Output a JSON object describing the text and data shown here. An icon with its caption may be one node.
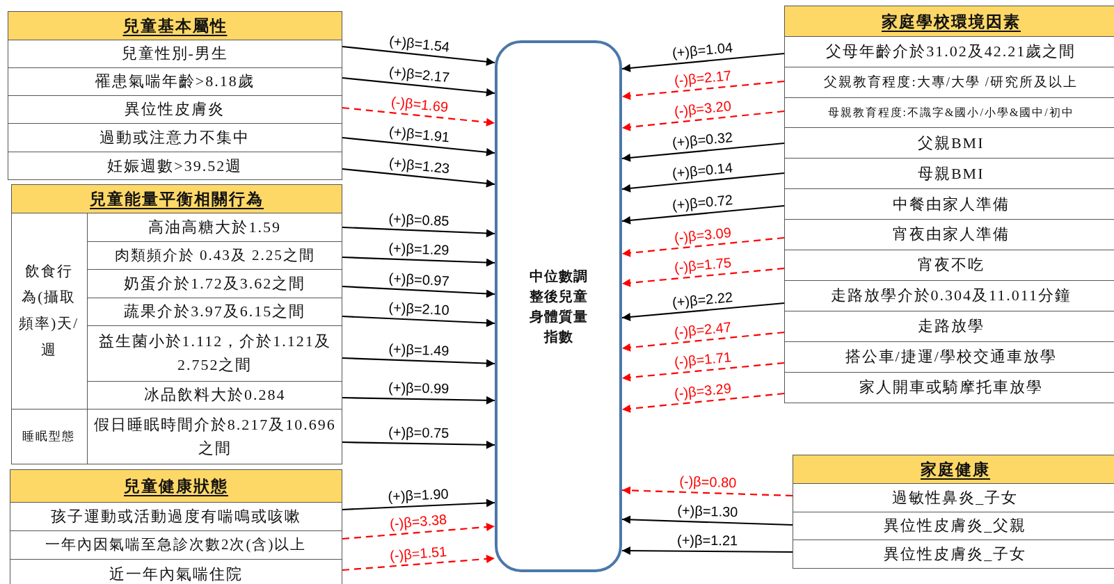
{
  "diagram": {
    "nodes": [
      {
        "text": [
          "兒童基本屬性"
        ]
      },
      {
        "text": [
          "兒童性別-男生"
        ],
        "in": 0
      },
      {
        "text": [
          "罹患氣喘年齡>8.18歲"
        ],
        "in": 0
      },
      {
        "text": [
          "異位性皮膚炎"
        ],
        "in": 0
      },
      {
        "text": [
          "過動或注意力不集中"
        ],
        "in": 0
      },
      {
        "text": [
          "妊娠週數>39.52週"
        ],
        "in": 0
      },
      {
        "text": [
          "兒童能量平衡相關行為"
        ]
      },
      {
        "text": [
          "飲食行為(攝取頻率)天/週"
        ],
        "in": 6
      },
      {
        "text": [
          "高油高糖大於1.59"
        ],
        "in": 6
      },
      {
        "text": [
          "肉類頻介於 0.43及 2.25之間"
        ],
        "in": 6
      },
      {
        "text": [
          "奶蛋介於1.72及3.62之間"
        ],
        "in": 6
      },
      {
        "text": [
          "蔬果介於3.97及6.15之間"
        ],
        "in": 6
      },
      {
        "text": [
          "益生菌小於1.112，介於1.121及2.752之間"
        ],
        "in": 6
      },
      {
        "text": [
          "冰品飲料大於0.284"
        ],
        "in": 6
      },
      {
        "text": [
          "睡眠型態"
        ],
        "in": 6
      },
      {
        "text": [
          "假日睡眠時間介於8.217及10.696之間"
        ],
        "in": 6
      },
      {
        "text": [
          "兒童健康狀態"
        ]
      },
      {
        "text": [
          "孩子運動或活動過度有喘鳴或咳嗽"
        ],
        "in": 16
      },
      {
        "text": [
          "一年內因氣喘至急診次數2次(含)以上"
        ],
        "in": 16
      },
      {
        "text": [
          "近一年內氣喘住院"
        ],
        "in": 16
      },
      {
        "text": [
          "中位數調整後兒童身體質量指數"
        ]
      },
      {
        "text": [
          "家庭學校環境因素"
        ]
      },
      {
        "text": [
          "父母年齡介於31.02及42.21歲之間"
        ],
        "in": 21
      },
      {
        "text": [
          "父親教育程度:大專/大學 /研究所及以上"
        ],
        "in": 21
      },
      {
        "text": [
          "母親教育程度:不識字&國小/小學&國中/初中"
        ],
        "in": 21
      },
      {
        "text": [
          "父親BMI"
        ],
        "in": 21
      },
      {
        "text": [
          "母親BMI"
        ],
        "in": 21
      },
      {
        "text": [
          "中餐由家人準備"
        ],
        "in": 21
      },
      {
        "text": [
          "宵夜由家人準備"
        ],
        "in": 21
      },
      {
        "text": [
          "宵夜不吃"
        ],
        "in": 21
      },
      {
        "text": [
          "走路放學介於0.304及11.011分鐘"
        ],
        "in": 21
      },
      {
        "text": [
          "走路放學"
        ],
        "in": 21
      },
      {
        "text": [
          "搭公車/捷運/學校交通車放學"
        ],
        "in": 21
      },
      {
        "text": [
          "家人開車或騎摩托車放學"
        ],
        "in": 21
      },
      {
        "text": [
          "家庭健康"
        ]
      },
      {
        "text": [
          "過敏性鼻炎_子女"
        ],
        "in": 34
      },
      {
        "text": [
          "異位性皮膚炎_父親"
        ],
        "in": 34
      },
      {
        "text": [
          "異位性皮膚炎_子女"
        ],
        "in": 34
      }
    ],
    "edges": [
      {
        "from": 1,
        "to": 20,
        "arrow": "to",
        "label": "(+)β=1.54"
      },
      {
        "from": 2,
        "to": 20,
        "arrow": "to",
        "label": "(+)β=2.17"
      },
      {
        "from": 3,
        "to": 20,
        "arrow": "to",
        "label": "(-)β=1.69",
        "style": "dashed",
        "color": "#ff0000"
      },
      {
        "from": 4,
        "to": 20,
        "arrow": "to",
        "label": "(+)β=1.91"
      },
      {
        "from": 5,
        "to": 20,
        "arrow": "to",
        "label": "(+)β=1.23"
      },
      {
        "from": 8,
        "to": 20,
        "arrow": "to",
        "label": "(+)β=0.85"
      },
      {
        "from": 9,
        "to": 20,
        "arrow": "to",
        "label": "(+)β=1.29"
      },
      {
        "from": 10,
        "to": 20,
        "arrow": "to",
        "label": "(+)β=0.97"
      },
      {
        "from": 11,
        "to": 20,
        "arrow": "to",
        "label": "(+)β=2.10"
      },
      {
        "from": 12,
        "to": 20,
        "arrow": "to",
        "label": "(+)β=1.49"
      },
      {
        "from": 13,
        "to": 20,
        "arrow": "to",
        "label": "(+)β=0.99"
      },
      {
        "from": 15,
        "to": 20,
        "arrow": "to",
        "label": "(+)β=0.75"
      },
      {
        "from": 17,
        "to": 20,
        "arrow": "to",
        "label": "(+)β=1.90"
      },
      {
        "from": 18,
        "to": 20,
        "arrow": "to",
        "label": "(-)β=3.38",
        "style": "dashed",
        "color": "#ff0000"
      },
      {
        "from": 19,
        "to": 20,
        "arrow": "to",
        "label": "(-)β=1.51",
        "style": "dashed",
        "color": "#ff0000"
      },
      {
        "from": 22,
        "to": 20,
        "arrow": "to",
        "label": "(+)β=1.04"
      },
      {
        "from": 23,
        "to": 20,
        "arrow": "to",
        "label": "(-)β=2.17",
        "style": "dashed",
        "color": "#ff0000"
      },
      {
        "from": 24,
        "to": 20,
        "arrow": "to",
        "label": "(-)β=3.20",
        "style": "dashed",
        "color": "#ff0000"
      },
      {
        "from": 25,
        "to": 20,
        "arrow": "to",
        "label": "(+)β=0.32"
      },
      {
        "from": 26,
        "to": 20,
        "arrow": "to",
        "label": "(+)β=0.14"
      },
      {
        "from": 27,
        "to": 20,
        "arrow": "to",
        "label": "(+)β=0.72"
      },
      {
        "from": 28,
        "to": 20,
        "arrow": "to",
        "label": "(-)β=3.09",
        "style": "dashed",
        "color": "#ff0000"
      },
      {
        "from": 29,
        "to": 20,
        "arrow": "to",
        "label": "(-)β=1.75",
        "style": "dashed",
        "color": "#ff0000"
      },
      {
        "from": 30,
        "to": 20,
        "arrow": "to",
        "label": "(+)β=2.22"
      },
      {
        "from": 31,
        "to": 20,
        "arrow": "to",
        "label": "(-)β=2.47",
        "style": "dashed",
        "color": "#ff0000"
      },
      {
        "from": 32,
        "to": 20,
        "arrow": "to",
        "label": "(-)β=1.71",
        "style": "dashed",
        "color": "#ff0000"
      },
      {
        "from": 33,
        "to": 20,
        "arrow": "to",
        "label": "(-)β=3.29",
        "style": "dashed",
        "color": "#ff0000"
      },
      {
        "from": 35,
        "to": 20,
        "arrow": "to",
        "label": "(-)β=0.80",
        "style": "dashed",
        "color": "#ff0000"
      },
      {
        "from": 36,
        "to": 20,
        "arrow": "to",
        "label": "(+)β=1.30"
      },
      {
        "from": 37,
        "to": 20,
        "arrow": "to",
        "label": "(+)β=1.21"
      }
    ]
  }
}
